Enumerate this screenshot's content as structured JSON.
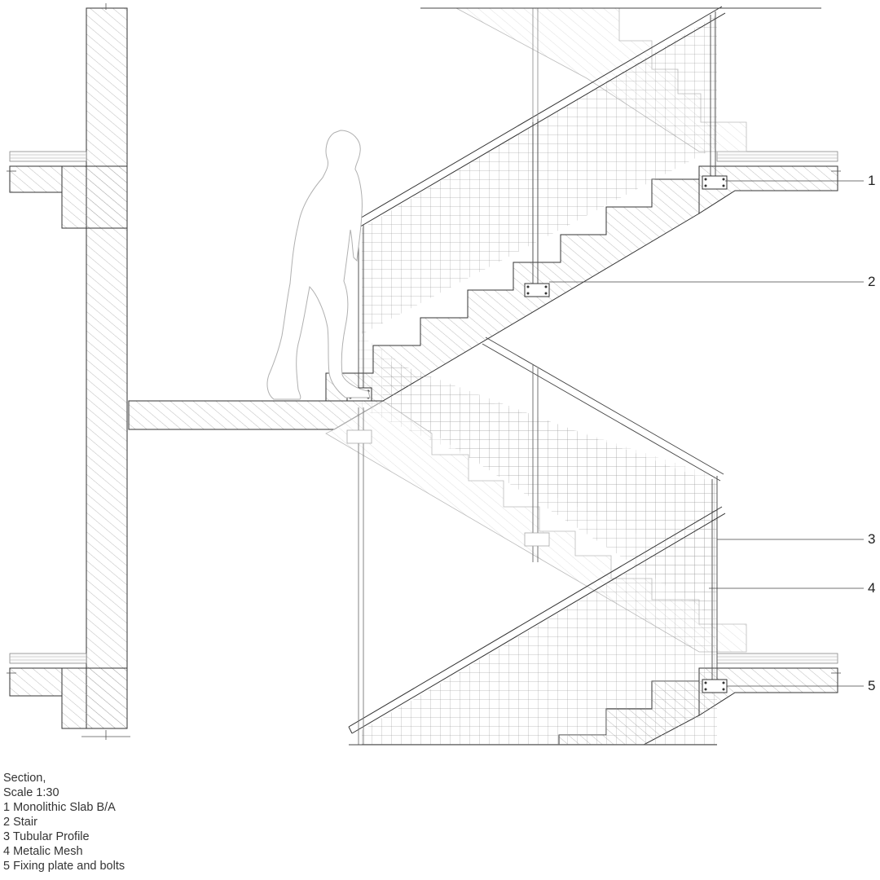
{
  "caption": {
    "title": "Section,",
    "scale": "Scale 1:30"
  },
  "legend": [
    {
      "number": "1",
      "text": "1 Monolithic Slab B/A"
    },
    {
      "number": "2",
      "text": "2 Stair"
    },
    {
      "number": "3",
      "text": "3 Tubular Profile"
    },
    {
      "number": "4",
      "text": "4 Metalic Mesh"
    },
    {
      "number": "5",
      "text": "5 Fixing plate and bolts"
    }
  ],
  "colors": {
    "line": "#333333",
    "hatch": "#9a9a9a",
    "ghost": "#c8c8c8",
    "figure": "#b0b0b0"
  }
}
